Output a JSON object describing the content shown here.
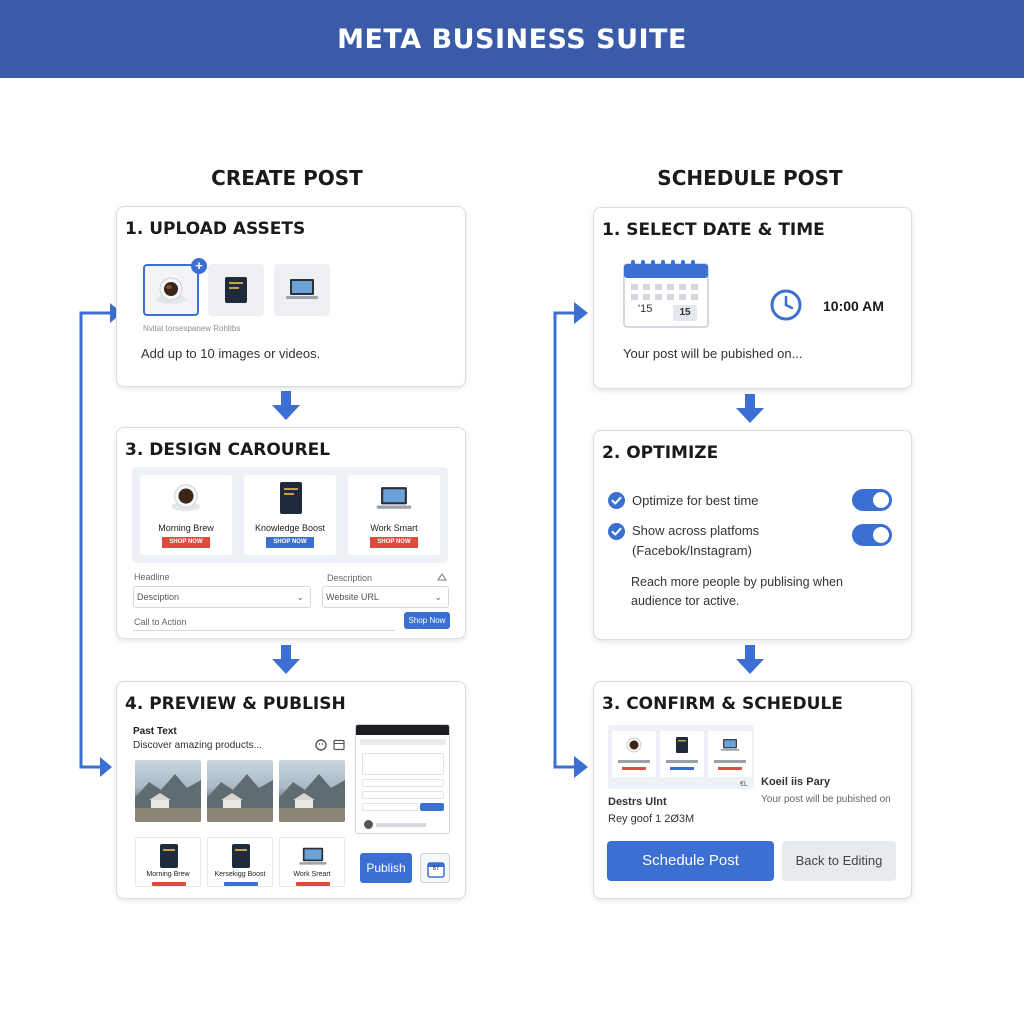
{
  "header": {
    "title": "META BUSINESS SUITE"
  },
  "columns": {
    "create": "CREATE POST",
    "schedule": "SCHEDULE POST"
  },
  "upload": {
    "title": "1. UPLOAD ASSETS",
    "plus": "+",
    "caption": "Nvitat torsespanew Rohltbs",
    "hint": "Add up to 10 images or videos."
  },
  "design": {
    "title": "3. DESIGN CAROUREL",
    "items": [
      {
        "label": "Morning Brew",
        "cta": "SHOP NOW",
        "cta_color": "#e04a3c"
      },
      {
        "label": "Knowledge Boost",
        "cta": "SHOP NOW",
        "cta_color": "#3b6fd1"
      },
      {
        "label": "Work Smart",
        "cta": "SHOP NOW",
        "cta_color": "#e04a3c"
      }
    ],
    "headline_label": "Headline",
    "description_label": "Description",
    "description_value": "Desciption",
    "website_placeholder": "Website URL",
    "cta_label": "Call to Action",
    "shop_button": "Shop Now"
  },
  "preview": {
    "title": "4. PREVIEW & PUBLISH",
    "post_text_label": "Past Text",
    "post_text": "Discover amazing products...",
    "products": [
      {
        "label": "Morning Brew",
        "bar_color": "#e04a3c"
      },
      {
        "label": "Kersekigg Boost",
        "bar_color": "#3b6fd1"
      },
      {
        "label": "Work Sreart",
        "bar_color": "#e04a3c"
      }
    ],
    "publish": "Publish",
    "calendar_num": "87"
  },
  "date_time": {
    "title": "1. SELECT DATE & TIME",
    "cal_day": "15",
    "cal_small": "'15",
    "time": "10:00 AM",
    "note": "Your post will be pubished on..."
  },
  "optimize": {
    "title": "2. OPTIMIZE",
    "options": [
      {
        "label": "Optimize for best time"
      },
      {
        "label": "Show across platfoms",
        "sub": "(Facebok/Instagram)"
      }
    ],
    "note_line1": "Reach more people by publising when",
    "note_line2": "audience tor active."
  },
  "confirm": {
    "title": "3. CONFIRM & SCHEDULE",
    "corner": "€L",
    "name": "Koeil iis Pary",
    "note": "Your post will be pubished on",
    "detail_title": "Destrs Ulnt",
    "detail_value": "Rey goof 1 2Ø3M",
    "schedule_btn": "Schedule Post",
    "back_btn": "Back to Editing"
  },
  "colors": {
    "brand": "#3b5ba9",
    "accent": "#3b6fd1",
    "cta_red": "#e04a3c"
  }
}
